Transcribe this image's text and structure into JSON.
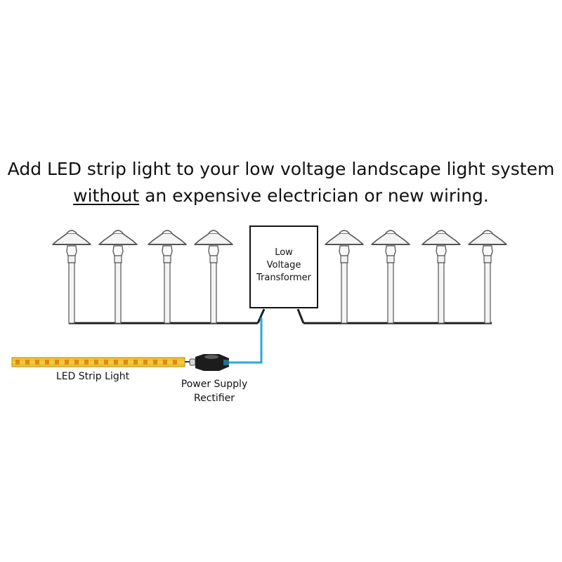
{
  "headline": {
    "line1": "Add LED strip light to your low voltage landscape light system",
    "line2_emphasis": "without",
    "line2_rest": " an expensive electrician or new wiring."
  },
  "transformer": {
    "line1": "Low",
    "line2": "Voltage",
    "line3": "Transformer"
  },
  "labels": {
    "led_strip": "LED Strip Light",
    "rectifier_line1": "Power Supply",
    "rectifier_line2": "Rectifier"
  },
  "colors": {
    "wire": "#1f1f1f",
    "led_wire": "#2aa7d8",
    "strip": "#f2c230",
    "strip_led": "#e08a12"
  },
  "icons": {
    "lamp": "path-light-icon",
    "rectifier": "rectifier-icon"
  }
}
